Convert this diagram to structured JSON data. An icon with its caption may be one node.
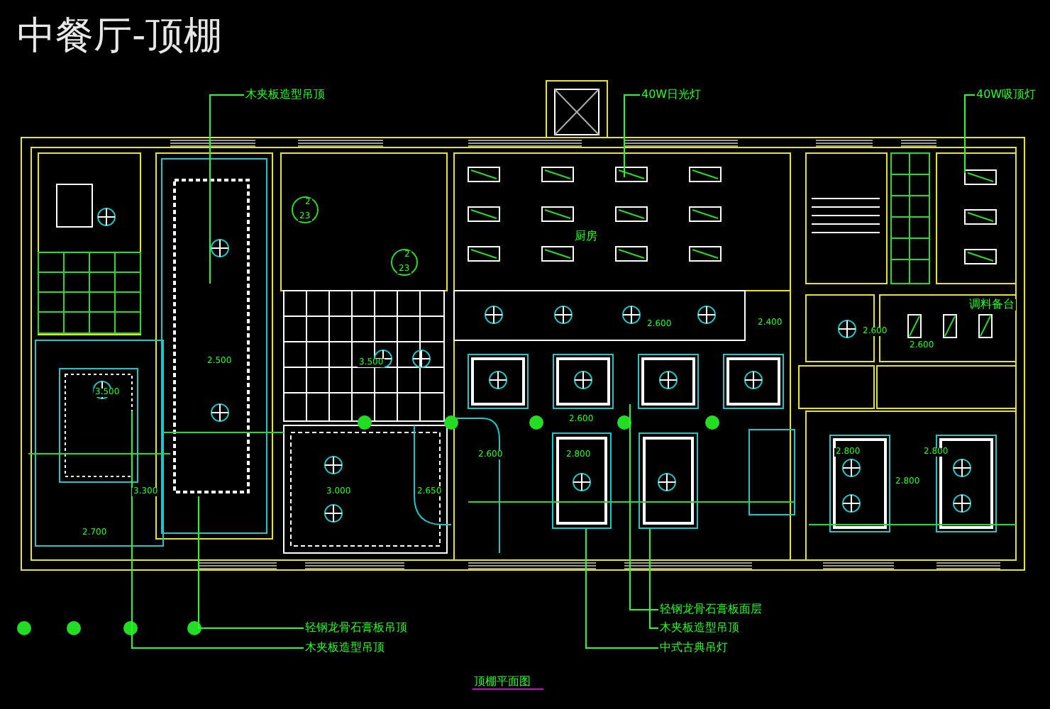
{
  "diagram": {
    "title": "中餐厅-顶棚",
    "caption": "顶棚平面图",
    "nodes": [
      {
        "text": [
          "木夹板造型吊顶"
        ]
      },
      {
        "text": [
          "40W日光灯"
        ]
      },
      {
        "text": [
          "40W吸顶灯"
        ]
      },
      {
        "text": [
          "轻钢龙骨石膏板吊顶"
        ]
      },
      {
        "text": [
          "木夹板造型吊顶"
        ]
      },
      {
        "text": [
          "轻钢龙骨石膏板面层"
        ]
      },
      {
        "text": [
          "木夹板造型吊顶"
        ]
      },
      {
        "text": [
          "中式古典吊灯"
        ]
      },
      {
        "text": [],
        "shape": "box"
      },
      {
        "text": [],
        "shape": "box"
      }
    ],
    "edges": [
      {
        "from": 0,
        "to": null,
        "arrow": "none"
      },
      {
        "from": 1,
        "to": null,
        "arrow": "none"
      },
      {
        "from": 2,
        "to": null,
        "arrow": "none"
      },
      {
        "from": 3,
        "to": null,
        "arrow": "none"
      },
      {
        "from": 4,
        "to": null,
        "arrow": "none"
      },
      {
        "from": 5,
        "to": null,
        "arrow": "none"
      },
      {
        "from": 6,
        "to": 9,
        "arrow": "none"
      },
      {
        "from": 7,
        "to": 8,
        "arrow": "none"
      }
    ],
    "labels": [
      "2",
      "23",
      "厨房",
      "2",
      "23",
      "调料备台",
      "2.600",
      "2.400",
      "2.600",
      "2.600",
      "2.500",
      "3.500",
      "3.500",
      "2.600",
      "2.600",
      "2.800",
      "2.800",
      "2.800",
      "2.800",
      "3.300",
      "3.000",
      "2.650",
      "2.700"
    ]
  }
}
